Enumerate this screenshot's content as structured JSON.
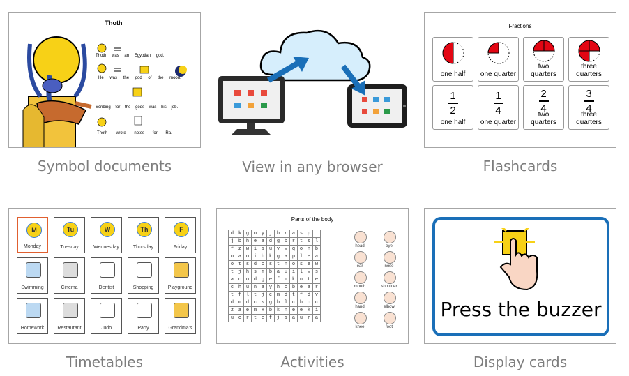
{
  "cards": [
    {
      "caption": "Symbol documents"
    },
    {
      "caption": "View in any browser"
    },
    {
      "caption": "Flashcards"
    },
    {
      "caption": "Timetables"
    },
    {
      "caption": "Activities"
    },
    {
      "caption": "Display cards"
    }
  ],
  "symbol_doc": {
    "title": "Thoth",
    "rows": [
      [
        "Thoth",
        "was",
        "an",
        "Egyptian",
        "god."
      ],
      [
        "He",
        "was",
        "the",
        "god",
        "of",
        "the",
        "moon."
      ],
      [
        "Scribing",
        "for",
        "the",
        "gods",
        "was",
        "his",
        "job."
      ],
      [
        "Thoth",
        "wrote",
        "notes",
        "for",
        "Ra."
      ]
    ]
  },
  "flashcards": {
    "title": "Fractions",
    "top": [
      "one half",
      "one quarter",
      "two quarters",
      "three quarters"
    ],
    "bottom": [
      {
        "num": "1",
        "den": "2",
        "label": "one half"
      },
      {
        "num": "1",
        "den": "4",
        "label": "one quarter"
      },
      {
        "num": "2",
        "den": "4",
        "label": "two quarters"
      },
      {
        "num": "3",
        "den": "4",
        "label": "three quarters"
      }
    ]
  },
  "timetable": {
    "cells": [
      "Monday",
      "Tuesday",
      "Wednesday",
      "Thursday",
      "Friday",
      "Swimming",
      "Cinema",
      "Dentist",
      "Shopping",
      "Playground",
      "Homework",
      "Restaurant",
      "Judo",
      "Party",
      "Grandma's"
    ],
    "letters": [
      "M",
      "Tu",
      "W",
      "Th",
      "F"
    ]
  },
  "activities": {
    "title": "Parts of the body",
    "grid": [
      "dkgoyjbrasp",
      "jbheadgbrtsl",
      "fzwisuvwqonb",
      "oaoibkgaplea",
      "otsdcstnosew",
      "tjhsmbauilws",
      "acodgefmknte",
      "chunayhcbear",
      "tfltjemdtfdv",
      "dmdcsgblchoc",
      "zaemxbkneeki",
      "ucrtefjsaura"
    ],
    "words": [
      "head",
      "eye",
      "ear",
      "nose",
      "mouth",
      "shoulder",
      "hand",
      "elbow",
      "knee",
      "foot"
    ]
  },
  "display_card": {
    "text": "Press the buzzer"
  },
  "colors": {
    "caption": "#7d7d7d",
    "blue": "#1a6fb8",
    "fraction_red": "#e30613",
    "yellow": "#f7d117"
  }
}
